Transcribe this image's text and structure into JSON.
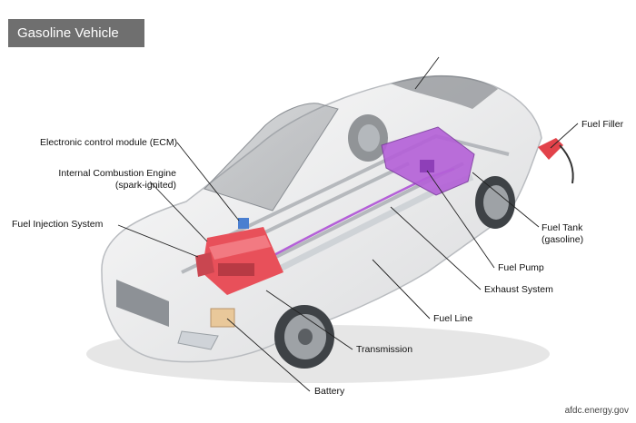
{
  "title": "Gasoline Vehicle",
  "labels": {
    "ecm": "Electronic control module (ECM)",
    "ice_line1": "Internal Combustion Engine",
    "ice_line2": "(spark-ignited)",
    "fuel_injection": "Fuel Injection System",
    "fuel_filler": "Fuel Filler",
    "fuel_tank_line1": "Fuel Tank",
    "fuel_tank_line2": "(gasoline)",
    "fuel_pump": "Fuel Pump",
    "exhaust": "Exhaust System",
    "fuel_line": "Fuel Line",
    "transmission": "Transmission",
    "battery": "Battery"
  },
  "credit": "afdc.energy.gov",
  "colors": {
    "title_bg": "#6f6f6f",
    "engine": "#e8505a",
    "fuel_system": "#b460d8",
    "battery": "#e9c89a",
    "ecm": "#4a7fd0"
  }
}
